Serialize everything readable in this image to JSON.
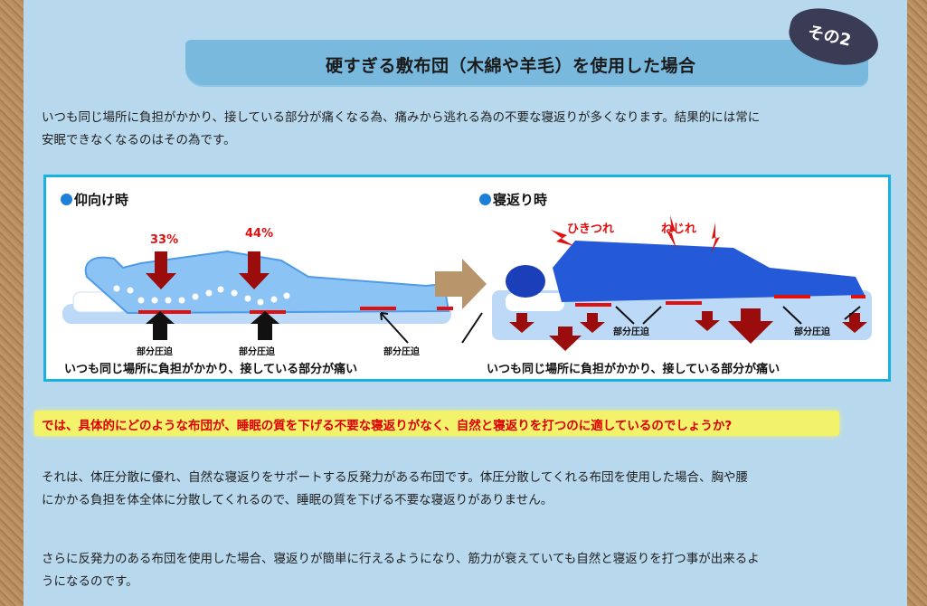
{
  "header": {
    "title": "硬すぎる敷布団（木綿や羊毛）を使用した場合",
    "badge": "その2"
  },
  "intro": [
    "いつも同じ場所に負担がかかり、接している部分が痛くなる為、痛みから逃れる為の不要な寝返りが多くなります。結果的には常に",
    "安眠できなくなるのはその為です。"
  ],
  "figure": {
    "left": {
      "heading": "仰向け時",
      "pct1": "33%",
      "pct2": "44%",
      "labels": [
        "部分圧迫",
        "部分圧迫",
        "部分圧迫"
      ],
      "caption": "いつも同じ場所に負担がかかり、接している部分が痛い"
    },
    "right": {
      "heading": "寝返り時",
      "strain1": "ひきつれ",
      "strain2": "ねじれ",
      "labels": [
        "部分圧迫",
        "部分圧迫"
      ],
      "caption": "いつも同じ場所に負担がかかり、接している部分が痛い"
    }
  },
  "highlight": "では、具体的にどのような布団が、睡眠の質を下げる不要な寝返りがなく、自然と寝返りを打つのに適しているのでしょうか?",
  "para2": [
    "それは、体圧分散に優れ、自然な寝返りをサポートする反発力がある布団です。体圧分散してくれる布団を使用した場合、胸や腰",
    "にかかる負担を体全体に分散してくれるので、睡眠の質を下げる不要な寝返りがありません。"
  ],
  "para3": [
    "さらに反発力のある布団を使用した場合、寝返りが簡単に行えるようになり、筋力が衰えていても自然と寝返りを打つ事が出来るよ",
    "うになるのです。"
  ]
}
